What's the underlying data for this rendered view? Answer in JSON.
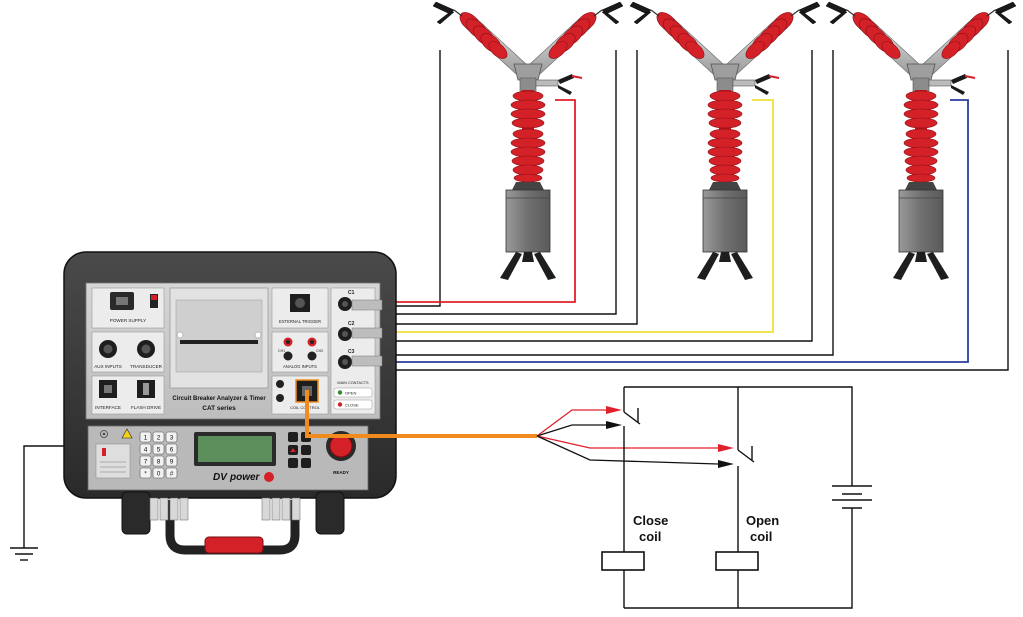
{
  "device": {
    "labels": {
      "power_supply": "POWER SUPPLY",
      "external_trigger": "EXTERNAL TRIGGER",
      "aux_inputs": "AUX INPUTS",
      "transducer": "TRANSDUCER",
      "analog_inputs": "ANALOG INPUTS",
      "ch1": "CH1",
      "ch2": "CH2",
      "interface": "INTERFACE",
      "flash_drive": "FLASH DRIVE",
      "coil_control": "COIL CONTROL",
      "main_contacts": "MAIN CONTACTS",
      "open": "OPEN",
      "close": "CLOSE",
      "c1": "C1",
      "c2": "C2",
      "c3": "C3",
      "product_line1": "Circuit Breaker Analyzer & Timer",
      "product_line2": "CAT series",
      "ready": "READY",
      "brand_prefix": "DV",
      "brand_suffix": "power"
    },
    "keypad": [
      "1",
      "2",
      "3",
      "4",
      "5",
      "6",
      "7",
      "8",
      "9",
      "*",
      "0",
      "#"
    ]
  },
  "circuit": {
    "close_coil_line1": "Close",
    "close_coil_line2": "coil",
    "open_coil_line1": "Open",
    "open_coil_line2": "coil"
  },
  "colors": {
    "insulator": "#d42128",
    "phase1": "#e0202a",
    "phase2": "#f2e03a",
    "phase3": "#2b3c9e",
    "coil_cable": "#f08c1e",
    "case": "#3a3a3a",
    "panel": "#c8c8c8",
    "tank": "#8a8a8a"
  },
  "icons": [
    "ground-icon",
    "warning-icon",
    "battery-icon",
    "contact-switch-icon",
    "crocodile-clip-icon"
  ]
}
